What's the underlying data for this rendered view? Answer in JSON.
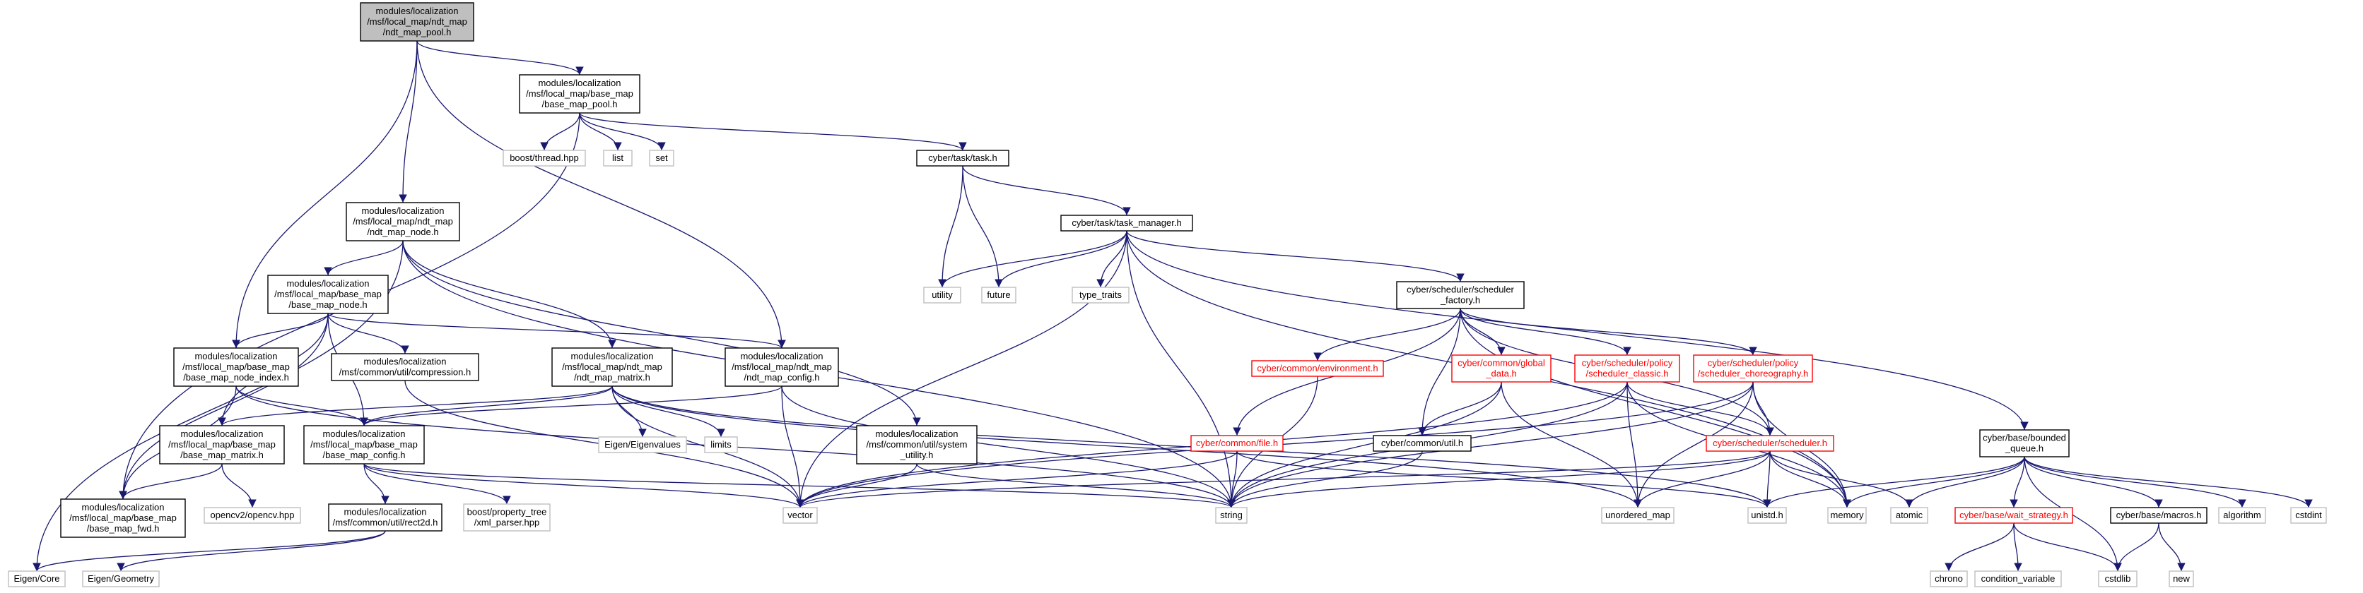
{
  "graph": {
    "colors": {
      "edge": "#191970",
      "root_fill": "#bfbfbf",
      "system_border": "#bfbfbf",
      "truncated_text": "#ff0000"
    },
    "nodes": [
      {
        "id": "root",
        "lines": [
          "modules/localization",
          "/msf/local_map/ndt_map",
          "/ndt_map_pool.h"
        ],
        "kind": "root"
      },
      {
        "id": "base_map_pool",
        "lines": [
          "modules/localization",
          "/msf/local_map/base_map",
          "/base_map_pool.h"
        ],
        "kind": "normal"
      },
      {
        "id": "boost_thread",
        "lines": [
          "boost/thread.hpp"
        ],
        "kind": "system"
      },
      {
        "id": "list",
        "lines": [
          "list"
        ],
        "kind": "system"
      },
      {
        "id": "set",
        "lines": [
          "set"
        ],
        "kind": "system"
      },
      {
        "id": "task",
        "lines": [
          "cyber/task/task.h"
        ],
        "kind": "normal"
      },
      {
        "id": "ndt_map_node",
        "lines": [
          "modules/localization",
          "/msf/local_map/ndt_map",
          "/ndt_map_node.h"
        ],
        "kind": "normal"
      },
      {
        "id": "task_manager",
        "lines": [
          "cyber/task/task_manager.h"
        ],
        "kind": "normal"
      },
      {
        "id": "utility",
        "lines": [
          "utility"
        ],
        "kind": "system"
      },
      {
        "id": "future",
        "lines": [
          "future"
        ],
        "kind": "system"
      },
      {
        "id": "type_traits",
        "lines": [
          "type_traits"
        ],
        "kind": "system"
      },
      {
        "id": "base_map_node",
        "lines": [
          "modules/localization",
          "/msf/local_map/base_map",
          "/base_map_node.h"
        ],
        "kind": "normal"
      },
      {
        "id": "scheduler_factory",
        "lines": [
          "cyber/scheduler/scheduler",
          "_factory.h"
        ],
        "kind": "normal"
      },
      {
        "id": "base_map_node_index",
        "lines": [
          "modules/localization",
          "/msf/local_map/base_map",
          "/base_map_node_index.h"
        ],
        "kind": "normal"
      },
      {
        "id": "compression",
        "lines": [
          "modules/localization",
          "/msf/common/util/compression.h"
        ],
        "kind": "normal"
      },
      {
        "id": "ndt_map_matrix",
        "lines": [
          "modules/localization",
          "/msf/local_map/ndt_map",
          "/ndt_map_matrix.h"
        ],
        "kind": "normal"
      },
      {
        "id": "ndt_map_config",
        "lines": [
          "modules/localization",
          "/msf/local_map/ndt_map",
          "/ndt_map_config.h"
        ],
        "kind": "normal"
      },
      {
        "id": "environment",
        "lines": [
          "cyber/common/environment.h"
        ],
        "kind": "truncated"
      },
      {
        "id": "global_data",
        "lines": [
          "cyber/common/global",
          "_data.h"
        ],
        "kind": "truncated"
      },
      {
        "id": "scheduler_classic",
        "lines": [
          "cyber/scheduler/policy",
          "/scheduler_classic.h"
        ],
        "kind": "truncated"
      },
      {
        "id": "scheduler_choreography",
        "lines": [
          "cyber/scheduler/policy",
          "/scheduler_choreography.h"
        ],
        "kind": "truncated"
      },
      {
        "id": "eigenvalues",
        "lines": [
          "Eigen/Eigenvalues"
        ],
        "kind": "system"
      },
      {
        "id": "limits",
        "lines": [
          "limits"
        ],
        "kind": "system"
      },
      {
        "id": "base_map_matrix",
        "lines": [
          "modules/localization",
          "/msf/local_map/base_map",
          "/base_map_matrix.h"
        ],
        "kind": "normal"
      },
      {
        "id": "base_map_config",
        "lines": [
          "modules/localization",
          "/msf/local_map/base_map",
          "/base_map_config.h"
        ],
        "kind": "normal"
      },
      {
        "id": "system_utility",
        "lines": [
          "modules/localization",
          "/msf/common/util/system",
          "_utility.h"
        ],
        "kind": "normal"
      },
      {
        "id": "file",
        "lines": [
          "cyber/common/file.h"
        ],
        "kind": "truncated"
      },
      {
        "id": "util",
        "lines": [
          "cyber/common/util.h"
        ],
        "kind": "normal"
      },
      {
        "id": "scheduler",
        "lines": [
          "cyber/scheduler/scheduler.h"
        ],
        "kind": "truncated"
      },
      {
        "id": "bounded_queue",
        "lines": [
          "cyber/base/bounded",
          "_queue.h"
        ],
        "kind": "normal"
      },
      {
        "id": "base_map_fwd",
        "lines": [
          "modules/localization",
          "/msf/local_map/base_map",
          "/base_map_fwd.h"
        ],
        "kind": "normal"
      },
      {
        "id": "opencv",
        "lines": [
          "opencv2/opencv.hpp"
        ],
        "kind": "system"
      },
      {
        "id": "rect2d",
        "lines": [
          "modules/localization",
          "/msf/common/util/rect2d.h"
        ],
        "kind": "normal"
      },
      {
        "id": "xml_parser",
        "lines": [
          "boost/property_tree",
          "/xml_parser.hpp"
        ],
        "kind": "system"
      },
      {
        "id": "vector",
        "lines": [
          "vector"
        ],
        "kind": "system"
      },
      {
        "id": "string",
        "lines": [
          "string"
        ],
        "kind": "system"
      },
      {
        "id": "unordered_map",
        "lines": [
          "unordered_map"
        ],
        "kind": "system"
      },
      {
        "id": "unistd",
        "lines": [
          "unistd.h"
        ],
        "kind": "system"
      },
      {
        "id": "memory",
        "lines": [
          "memory"
        ],
        "kind": "system"
      },
      {
        "id": "atomic",
        "lines": [
          "atomic"
        ],
        "kind": "system"
      },
      {
        "id": "wait_strategy",
        "lines": [
          "cyber/base/wait_strategy.h"
        ],
        "kind": "truncated"
      },
      {
        "id": "macros",
        "lines": [
          "cyber/base/macros.h"
        ],
        "kind": "normal"
      },
      {
        "id": "algorithm",
        "lines": [
          "algorithm"
        ],
        "kind": "system"
      },
      {
        "id": "cstdint",
        "lines": [
          "cstdint"
        ],
        "kind": "system"
      },
      {
        "id": "eigen_core",
        "lines": [
          "Eigen/Core"
        ],
        "kind": "system"
      },
      {
        "id": "eigen_geometry",
        "lines": [
          "Eigen/Geometry"
        ],
        "kind": "system"
      },
      {
        "id": "chrono",
        "lines": [
          "chrono"
        ],
        "kind": "system"
      },
      {
        "id": "condition_variable",
        "lines": [
          "condition_variable"
        ],
        "kind": "system"
      },
      {
        "id": "cstdlib",
        "lines": [
          "cstdlib"
        ],
        "kind": "system"
      },
      {
        "id": "new",
        "lines": [
          "new"
        ],
        "kind": "system"
      }
    ],
    "edges": [
      [
        "root",
        "base_map_pool"
      ],
      [
        "root",
        "ndt_map_node"
      ],
      [
        "root",
        "base_map_node_index"
      ],
      [
        "root",
        "ndt_map_config"
      ],
      [
        "base_map_pool",
        "boost_thread"
      ],
      [
        "base_map_pool",
        "list"
      ],
      [
        "base_map_pool",
        "set"
      ],
      [
        "base_map_pool",
        "task"
      ],
      [
        "base_map_pool",
        "base_map_fwd"
      ],
      [
        "task",
        "utility"
      ],
      [
        "task",
        "future"
      ],
      [
        "task",
        "task_manager"
      ],
      [
        "task_manager",
        "utility"
      ],
      [
        "task_manager",
        "future"
      ],
      [
        "task_manager",
        "type_traits"
      ],
      [
        "task_manager",
        "scheduler_factory"
      ],
      [
        "task_manager",
        "vector"
      ],
      [
        "task_manager",
        "string"
      ],
      [
        "task_manager",
        "memory"
      ],
      [
        "task_manager",
        "bounded_queue"
      ],
      [
        "ndt_map_node",
        "base_map_node"
      ],
      [
        "ndt_map_node",
        "ndt_map_matrix"
      ],
      [
        "ndt_map_node",
        "eigen_core"
      ],
      [
        "ndt_map_node",
        "system_utility"
      ],
      [
        "ndt_map_node",
        "string"
      ],
      [
        "base_map_node",
        "base_map_node_index"
      ],
      [
        "base_map_node",
        "compression"
      ],
      [
        "base_map_node",
        "base_map_config"
      ],
      [
        "base_map_node",
        "base_map_fwd"
      ],
      [
        "base_map_node",
        "base_map_matrix"
      ],
      [
        "base_map_node",
        "ndt_map_config"
      ],
      [
        "base_map_node_index",
        "base_map_config"
      ],
      [
        "base_map_node_index",
        "base_map_fwd"
      ],
      [
        "base_map_node_index",
        "string"
      ],
      [
        "compression",
        "vector"
      ],
      [
        "ndt_map_matrix",
        "base_map_matrix"
      ],
      [
        "ndt_map_matrix",
        "eigenvalues"
      ],
      [
        "ndt_map_matrix",
        "limits"
      ],
      [
        "ndt_map_matrix",
        "vector"
      ],
      [
        "ndt_map_matrix",
        "unordered_map"
      ],
      [
        "ndt_map_matrix",
        "base_map_config"
      ],
      [
        "ndt_map_config",
        "base_map_config"
      ],
      [
        "ndt_map_config",
        "vector"
      ],
      [
        "ndt_map_config",
        "string"
      ],
      [
        "base_map_matrix",
        "opencv"
      ],
      [
        "base_map_matrix",
        "base_map_fwd"
      ],
      [
        "base_map_config",
        "rect2d"
      ],
      [
        "base_map_config",
        "xml_parser"
      ],
      [
        "base_map_config",
        "vector"
      ],
      [
        "base_map_config",
        "string"
      ],
      [
        "rect2d",
        "eigen_core"
      ],
      [
        "rect2d",
        "eigen_geometry"
      ],
      [
        "system_utility",
        "vector"
      ],
      [
        "system_utility",
        "string"
      ],
      [
        "scheduler_factory",
        "environment"
      ],
      [
        "scheduler_factory",
        "global_data"
      ],
      [
        "scheduler_factory",
        "scheduler_classic"
      ],
      [
        "scheduler_factory",
        "scheduler_choreography"
      ],
      [
        "scheduler_factory",
        "file"
      ],
      [
        "scheduler_factory",
        "util"
      ],
      [
        "scheduler_factory",
        "scheduler"
      ],
      [
        "scheduler_factory",
        "memory"
      ],
      [
        "environment",
        "string"
      ],
      [
        "global_data",
        "util"
      ],
      [
        "global_data",
        "string"
      ],
      [
        "global_data",
        "unordered_map"
      ],
      [
        "scheduler_classic",
        "scheduler"
      ],
      [
        "scheduler_classic",
        "vector"
      ],
      [
        "scheduler_classic",
        "string"
      ],
      [
        "scheduler_classic",
        "unordered_map"
      ],
      [
        "scheduler_classic",
        "memory"
      ],
      [
        "scheduler_choreography",
        "scheduler"
      ],
      [
        "scheduler_choreography",
        "vector"
      ],
      [
        "scheduler_choreography",
        "string"
      ],
      [
        "scheduler_choreography",
        "unordered_map"
      ],
      [
        "scheduler_choreography",
        "memory"
      ],
      [
        "file",
        "vector"
      ],
      [
        "file",
        "string"
      ],
      [
        "file",
        "unistd"
      ],
      [
        "util",
        "string"
      ],
      [
        "scheduler",
        "vector"
      ],
      [
        "scheduler",
        "string"
      ],
      [
        "scheduler",
        "unordered_map"
      ],
      [
        "scheduler",
        "unistd"
      ],
      [
        "scheduler",
        "memory"
      ],
      [
        "scheduler",
        "atomic"
      ],
      [
        "bounded_queue",
        "unistd"
      ],
      [
        "bounded_queue",
        "memory"
      ],
      [
        "bounded_queue",
        "atomic"
      ],
      [
        "bounded_queue",
        "wait_strategy"
      ],
      [
        "bounded_queue",
        "macros"
      ],
      [
        "bounded_queue",
        "algorithm"
      ],
      [
        "bounded_queue",
        "cstdint"
      ],
      [
        "bounded_queue",
        "cstdlib"
      ],
      [
        "wait_strategy",
        "chrono"
      ],
      [
        "wait_strategy",
        "condition_variable"
      ],
      [
        "wait_strategy",
        "cstdlib"
      ],
      [
        "macros",
        "cstdlib"
      ],
      [
        "macros",
        "new"
      ],
      [
        "ndt_map_matrix",
        "unistd"
      ]
    ]
  }
}
